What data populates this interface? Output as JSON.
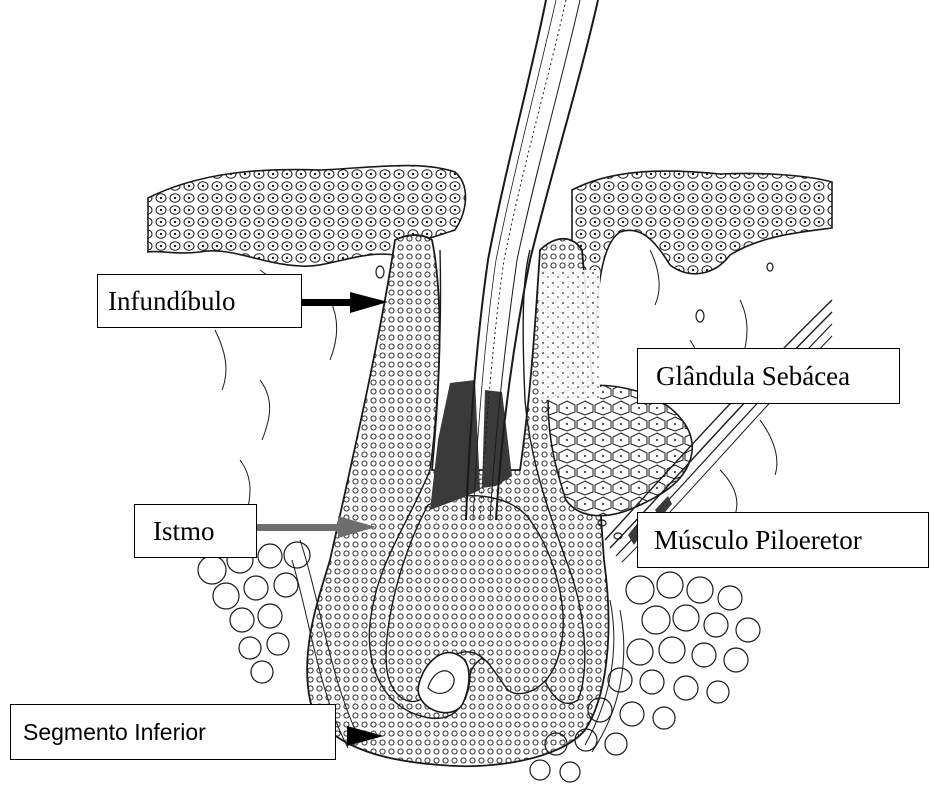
{
  "labels": {
    "infundibulo": "Infundíbulo",
    "glandula_sebacea": "Glândula Sebácea",
    "istmo": "Istmo",
    "musculo_piloeretor": "Músculo Piloeretor",
    "segmento_inferior": "Segmento Inferior"
  },
  "colors": {
    "ink": "#1a1a1a",
    "arrow_dark": "#000000",
    "arrow_gray": "#6e6e6e",
    "sheath_dark": "#3a3a3a"
  }
}
